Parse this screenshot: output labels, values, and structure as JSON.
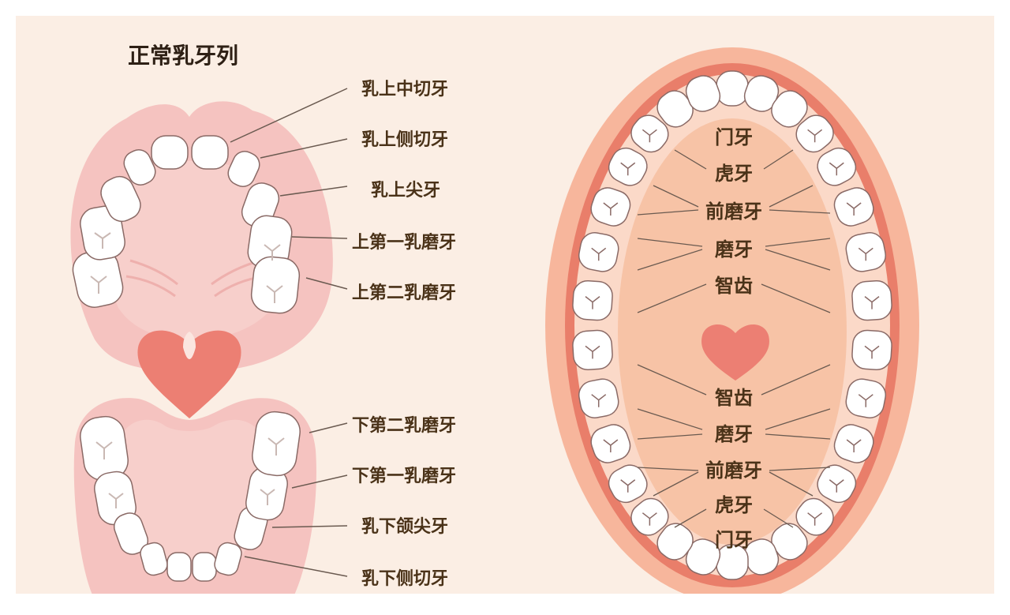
{
  "title": "正常乳牙列",
  "upper_labels": [
    "乳上中切牙",
    "乳上侧切牙",
    "乳上尖牙",
    "上第一乳磨牙",
    "上第二乳磨牙"
  ],
  "lower_labels": [
    "下第二乳磨牙",
    "下第一乳磨牙",
    "乳下颌尖牙",
    "乳下侧切牙"
  ],
  "adult_upper_labels": [
    "门牙",
    "虎牙",
    "前磨牙",
    "磨牙",
    "智齿"
  ],
  "adult_lower_labels": [
    "智齿",
    "磨牙",
    "前磨牙",
    "虎牙",
    "门牙"
  ],
  "colors": {
    "background": "#fbeee4",
    "gum_pink": "#f5c3c0",
    "gum_inner": "#f7cfcb",
    "gum_dark": "#eeabab",
    "heart": "#ec7f73",
    "tooth": "#ffffff",
    "tooth_outline": "#8a6a66",
    "label_text": "#4a3218",
    "leader_line": "#6a5a50",
    "adult_outer": "#f7b69c",
    "adult_ring": "#e97e6a",
    "adult_inner": "#f7c3a6"
  }
}
